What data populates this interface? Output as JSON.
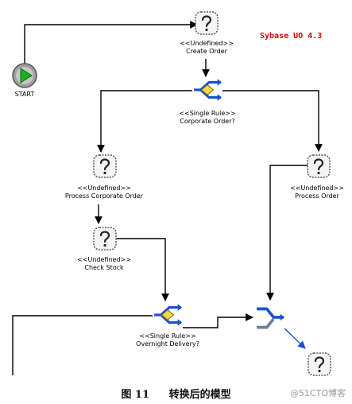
{
  "version_label": "Sybase UO 4.3",
  "start_label": "START",
  "nodes": {
    "create_order": {
      "stereotype": "<<Undefined>>",
      "name": "Create Order"
    },
    "corporate_order": {
      "stereotype": "<<Single Rule>>",
      "name": "Corporate Order?"
    },
    "process_corporate_order": {
      "stereotype": "<<Undefined>>",
      "name": "Process Corporate Order"
    },
    "process_order": {
      "stereotype": "<<Undefined>>",
      "name": "Process Order"
    },
    "check_stock": {
      "stereotype": "<<Undefined>>",
      "name": "Check Stock"
    },
    "overnight_delivery": {
      "stereotype": "<<Single Rule>>",
      "name": "Overnight Delivery?"
    }
  },
  "caption": {
    "figure": "图 11",
    "title": "转换后的模型"
  },
  "watermark": "@51CTO博客"
}
